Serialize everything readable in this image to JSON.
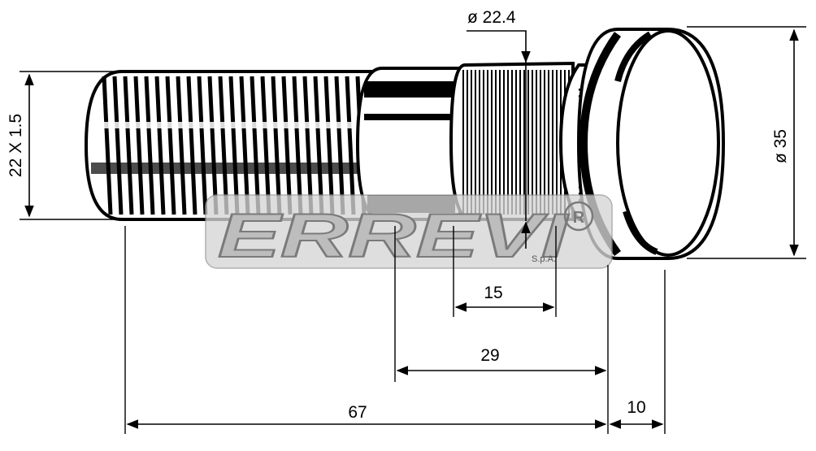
{
  "dimensions": {
    "thread_spec": "22 X 1.5",
    "knurl_diameter": "ø 22.4",
    "head_diameter": "ø 35",
    "knurl_length": "15",
    "shoulder_length": "29",
    "shank_length": "67",
    "head_height": "10"
  },
  "watermark": {
    "brand": "ERREVI",
    "suffix": "S.p.A.",
    "registered": "R"
  },
  "colors": {
    "ink": "#000000",
    "watermark_fill": "#c8c8c8",
    "watermark_stroke": "#8a8a8a"
  }
}
